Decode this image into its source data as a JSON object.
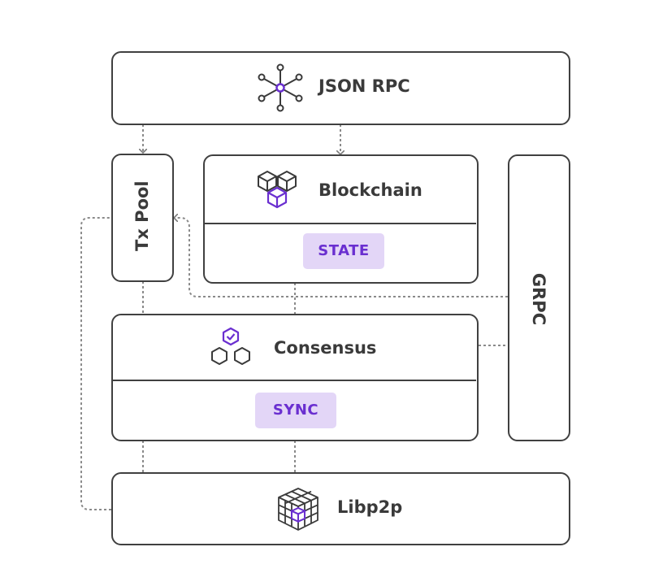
{
  "components": {
    "json_rpc": "JSON RPC",
    "tx_pool": "Tx Pool",
    "blockchain": "Blockchain",
    "state": "STATE",
    "grpc": "GRPC",
    "consensus": "Consensus",
    "sync": "SYNC",
    "libp2p": "Libp2p"
  },
  "icons": {
    "json_rpc": "network-hub-icon",
    "blockchain": "cubes-icon",
    "consensus": "hexagons-check-icon",
    "libp2p": "grid-cube-icon"
  },
  "colors": {
    "border": "#404040",
    "accent": "#6a2fd0",
    "pill_bg": "#e3d6f7",
    "connector": "#8a8a8a"
  }
}
